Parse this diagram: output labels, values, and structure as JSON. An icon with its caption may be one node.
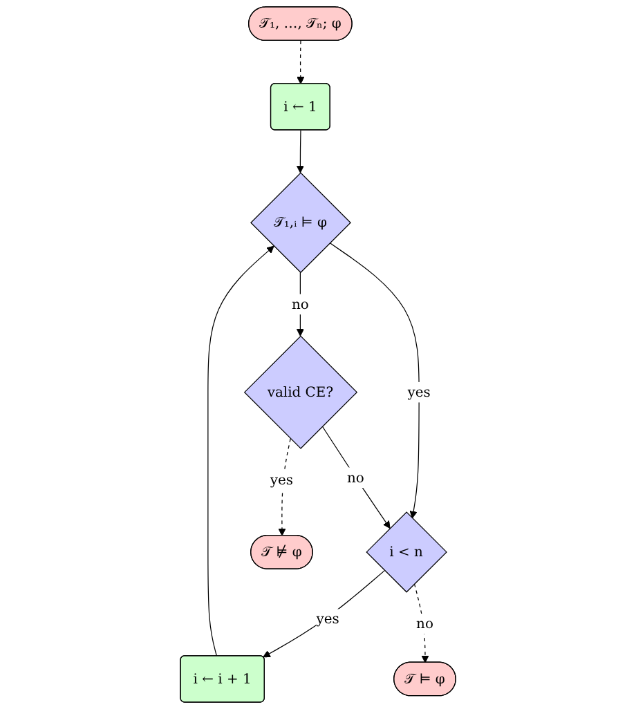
{
  "diagram": {
    "nodes": [
      {
        "text": [
          "𝒯₁, …, 𝒯ₙ; φ"
        ]
      },
      {
        "text": [
          "i ← 1"
        ]
      },
      {
        "text": [
          "i ← i + 1"
        ]
      },
      {
        "text": [
          "𝒯₁,ᵢ ⊨ φ"
        ]
      },
      {
        "text": [
          "i < n"
        ]
      },
      {
        "text": [
          "valid CE?"
        ]
      },
      {
        "text": [
          "𝒯 ⊭ φ"
        ]
      },
      {
        "text": [
          "𝒯 ⊨ φ"
        ]
      }
    ],
    "edges": [
      {
        "from": 0,
        "to": 1,
        "arrow": "to",
        "style": "dashed"
      },
      {
        "from": 1,
        "to": 3,
        "arrow": "to"
      },
      {
        "from": 3,
        "to": 4,
        "arrow": "to",
        "label": "yes"
      },
      {
        "from": 4,
        "to": 2,
        "arrow": "to",
        "label": "yes"
      },
      {
        "from": 2,
        "to": 3,
        "arrow": "to"
      },
      {
        "from": 3,
        "to": 5,
        "arrow": "to",
        "label": "no"
      },
      {
        "from": 5,
        "to": 4,
        "arrow": "to",
        "label": "no"
      },
      {
        "from": 5,
        "to": 6,
        "arrow": "to",
        "label": "yes",
        "style": "dashed"
      },
      {
        "from": 4,
        "to": 7,
        "arrow": "to",
        "label": "no",
        "style": "dashed"
      }
    ]
  }
}
